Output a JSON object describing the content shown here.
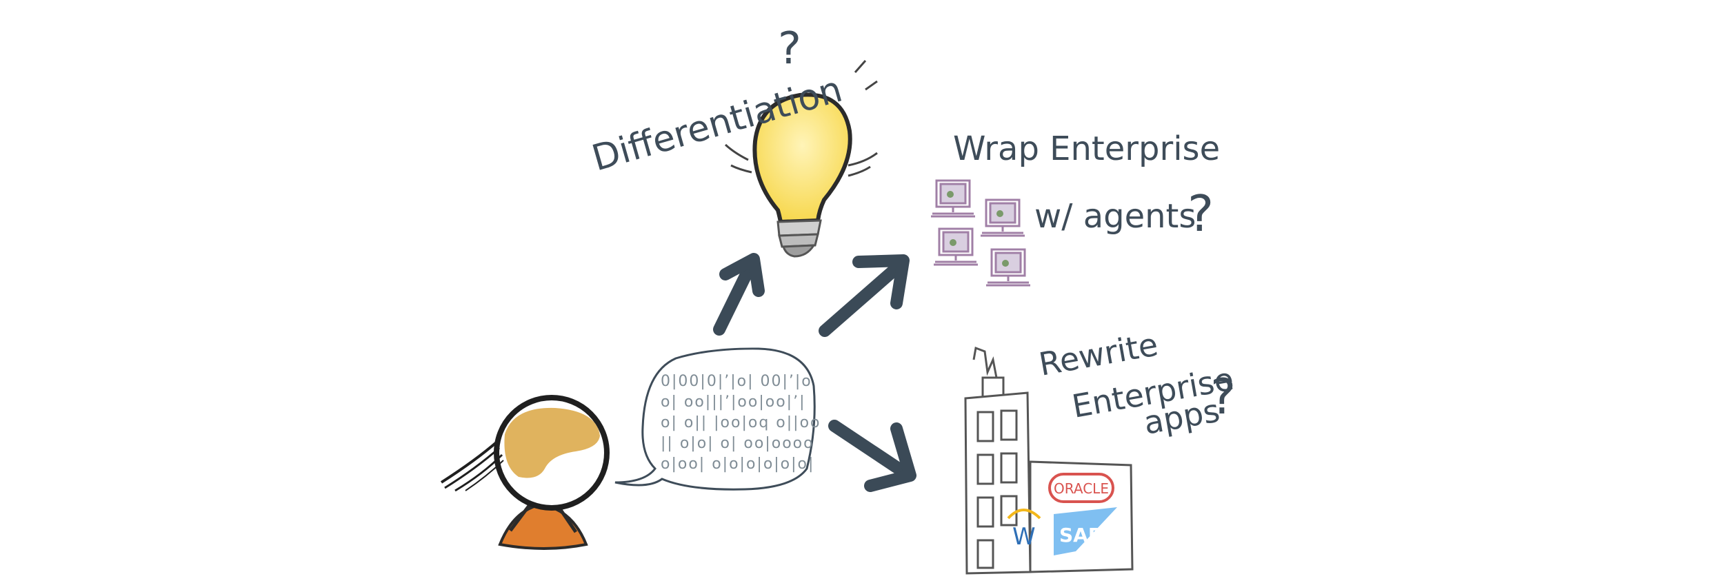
{
  "labels": {
    "differentiation": "Differentiation",
    "differentiation_q": "?",
    "wrap_line1": "Wrap Enterprise",
    "wrap_line2": "w/ agents",
    "wrap_q": "?",
    "rewrite_line1": "Rewrite",
    "rewrite_line2": "Enterprise",
    "rewrite_line3": "apps",
    "rewrite_q": "?",
    "logo_oracle": "ORACLE",
    "logo_sap": "SAP",
    "logo_workday": "W"
  },
  "binary_rows": [
    "0|00|0|’|o| 00|’|o",
    "o| oo|||’|oo|oo|’|",
    "o| o|| |oo|oq o||oo",
    "|| o|o| o| oo|oooo",
    "o|oo| o|o|o|o|o|o|"
  ],
  "colors": {
    "ink": "#3e4c59",
    "arrow": "#3b4a57",
    "bulb_fill": "#fbe27a",
    "bulb_glow": "#fff4b8",
    "head_fill": "#e0b35e",
    "body_fill": "#e07e2e",
    "monitor": "#a07fa6",
    "oracle_red": "#d9534f",
    "sap_blue": "#69b4ef",
    "workday_blue": "#2e6fb6",
    "workday_arc": "#f3b71a"
  }
}
